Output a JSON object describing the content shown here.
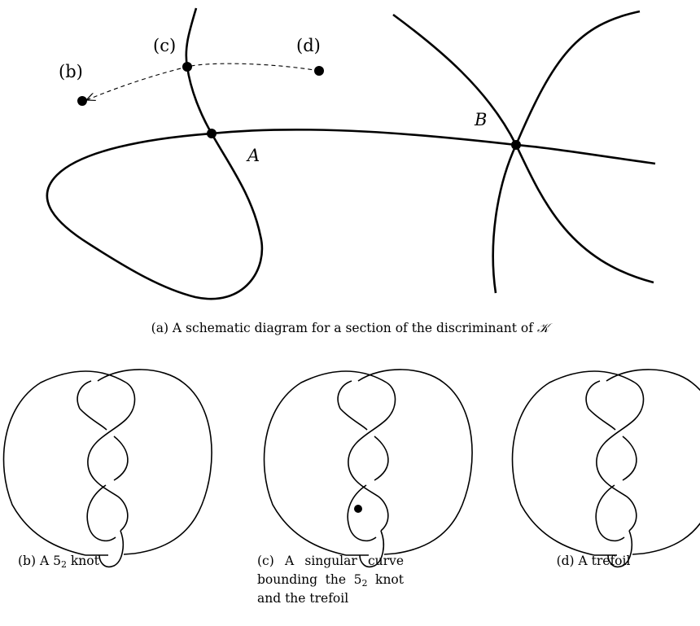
{
  "diagram_a": {
    "points": {
      "b": "(b)",
      "c": "(c)",
      "d": "(d)",
      "A": "A",
      "B": "B"
    }
  },
  "captions": {
    "a": {
      "prefix": "(a) A schematic diagram for a section of the discriminant of",
      "symbol": "𝒦"
    },
    "b": {
      "prefix": "(b) A 5",
      "sub": "2",
      "suffix": " knot"
    },
    "c": {
      "prefix": "(c) A singular curve bounding the 5",
      "sub": "2",
      "suffix": " knot and the trefoil"
    },
    "d": {
      "text": "(d) A trefoil"
    }
  }
}
